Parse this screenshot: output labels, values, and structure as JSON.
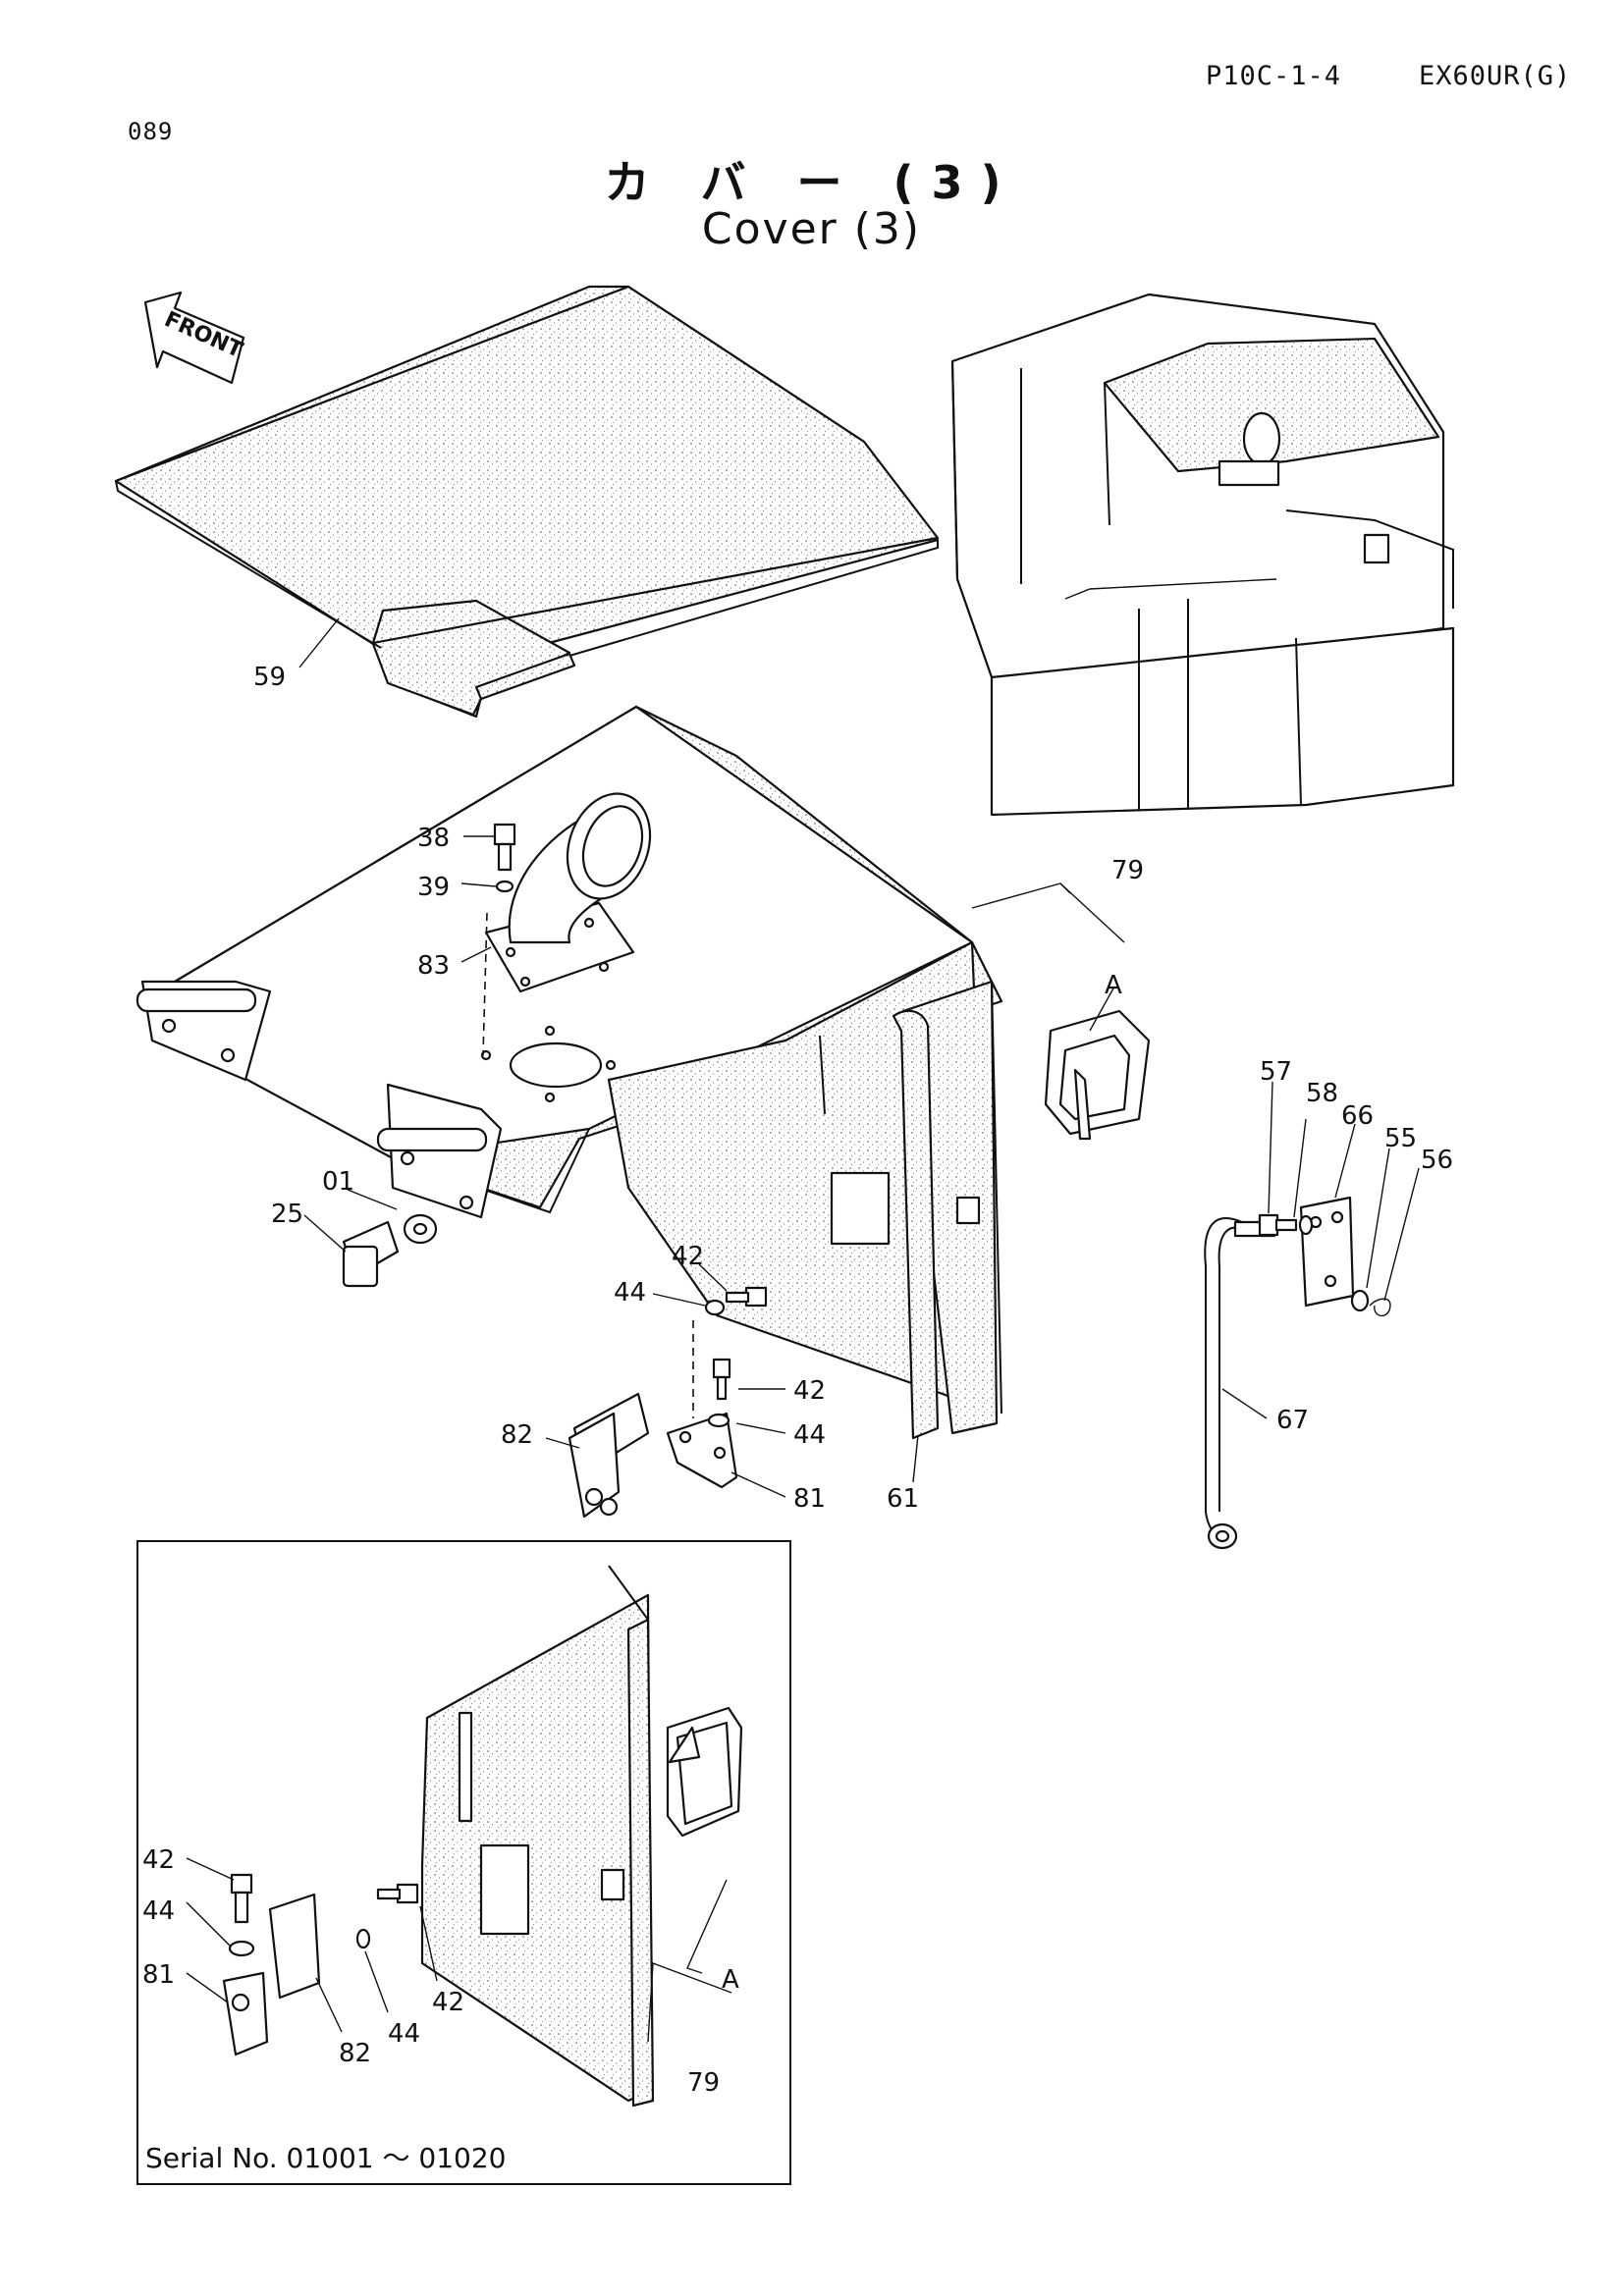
{
  "header": {
    "page_code": "P10C-1-4",
    "model": "EX60UR(G)",
    "page_number": "089"
  },
  "title": {
    "japanese": "カ バ ー (3)",
    "english": "Cover (3)"
  },
  "direction_arrow": {
    "label": "FRONT"
  },
  "callouts": {
    "p59": "59",
    "p38": "38",
    "p39": "39",
    "p83": "83",
    "p79": "79",
    "pA": "A",
    "p01": "01",
    "p25": "25",
    "p42a": "42",
    "p44a": "44",
    "p42b": "42",
    "p44b": "44",
    "p82": "82",
    "p81": "81",
    "p61": "61",
    "p57": "57",
    "p58": "58",
    "p66": "66",
    "p55": "55",
    "p56": "56",
    "p67": "67"
  },
  "inset": {
    "serial_label": "Serial No. 01001 ～ 01020",
    "callouts": {
      "p42a": "42",
      "p44a": "44",
      "p81": "81",
      "p82": "82",
      "p44b": "44",
      "p42b": "42",
      "pA": "A",
      "p79": "79"
    }
  }
}
